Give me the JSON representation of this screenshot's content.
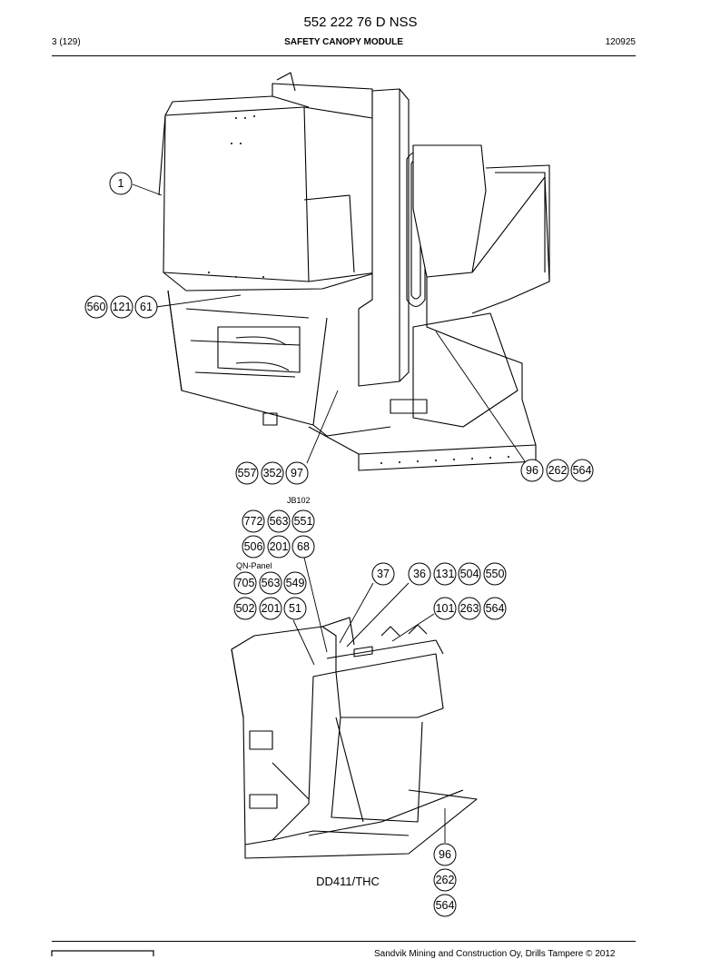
{
  "header": {
    "doc_number": "552 222 76 D NSS",
    "page": "3 (129)",
    "title": "SAFETY CANOPY MODULE",
    "date": "120925"
  },
  "callouts": {
    "top": {
      "c1": "1",
      "g560": [
        "560",
        "121",
        "61"
      ],
      "g557": [
        "557",
        "352",
        "97"
      ],
      "g96": [
        "96",
        "262",
        "564"
      ]
    },
    "bottom": {
      "jb_label": "JB102",
      "g772": [
        "772",
        "563",
        "551"
      ],
      "g506": [
        "506",
        "201",
        "68"
      ],
      "qn_label": "QN-Panel",
      "g705": [
        "705",
        "563",
        "549"
      ],
      "g502": [
        "502",
        "201",
        "51"
      ],
      "c37": "37",
      "g36": [
        "36",
        "131",
        "504",
        "550"
      ],
      "g101": [
        "101",
        "263",
        "564"
      ],
      "v96": [
        "96",
        "262",
        "564"
      ]
    }
  },
  "model_label": "DD411/THC",
  "footer": {
    "copyright": "Sandvik Mining and Construction Oy, Drills Tampere © 2012"
  }
}
